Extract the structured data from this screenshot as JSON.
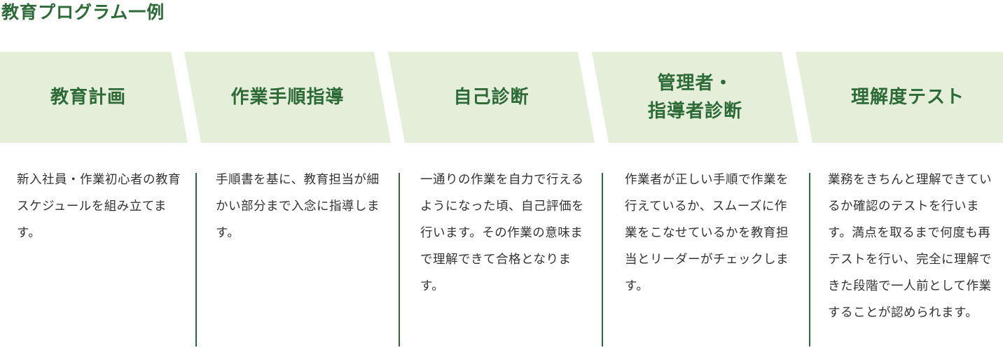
{
  "page": {
    "title": "教育プログラム一例"
  },
  "steps": [
    {
      "label": "教育計画",
      "description": "新入社員・作業初心者の教育スケジュールを組み立てます。"
    },
    {
      "label": "作業手順指導",
      "description": "手順書を基に、教育担当が細かい部分まで入念に指導します。"
    },
    {
      "label": "自己診断",
      "description": "一通りの作業を自力で行えるようになった頃、自己評価を行います。その作業の意味まで理解できて合格となります。"
    },
    {
      "label": "管理者・\n指導者診断",
      "description": "作業者が正しい手順で作業を行えているか、スムーズに作業をこなせているかを教育担当とリーダーがチェックします。"
    },
    {
      "label": "理解度テスト",
      "description": "業務をきちんと理解できているか確認のテストを行います。満点を取るまで何度も再テストを行い、完全に理解できた段階で一人前として作業することが認められます。"
    }
  ],
  "colors": {
    "accent": "#2c6a37",
    "band": "#e4eed9",
    "text": "#333333"
  }
}
